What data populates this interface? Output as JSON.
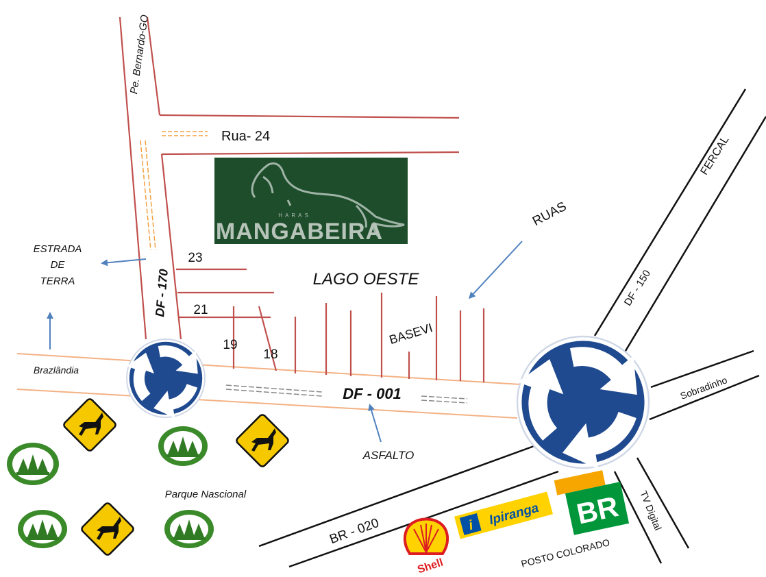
{
  "roads": {
    "pe_bernardo": "Pe. Bernardo-GO",
    "rua_24": "Rua- 24",
    "df_170": "DF - 170",
    "df_001": "DF - 001",
    "df_150": "DF - 150",
    "fercal": "FERCAL",
    "br_020": "BR - 020",
    "tv_digital": "TV Digital",
    "sobradinho": "Sobradinho",
    "brazlandia": "Brazlândia"
  },
  "street_numbers": {
    "n23": "23",
    "n21": "21",
    "n19": "19",
    "n18": "18"
  },
  "labels": {
    "estrada_line1": "ESTRADA",
    "estrada_line2": "DE",
    "estrada_line3": "TERRA",
    "lago_oeste": "LAGO OESTE",
    "basevi": "BASEVI",
    "ruas": "RUAS",
    "asfalto": "ASFALTO",
    "parque": "Parque Nascional",
    "posto": "POSTO COLORADO"
  },
  "logos": {
    "mangabeira_small": "HARAS",
    "mangabeira": "MANGABEIRA",
    "shell": "Shell",
    "ipiranga": "Ipiranga",
    "br": "BR"
  },
  "icons": [
    "roundabout-icon",
    "deer-crossing-sign-icon",
    "forest-badge-icon",
    "horse-logo-icon"
  ],
  "colors": {
    "street": "#c0504d",
    "dirt_road": "#f0a040",
    "asphalt_edge": "#f4b183",
    "highway": "#111111",
    "arrow": "#4f81bd",
    "roundabout": "#1f4a8f",
    "deer_sign": "#f5c800",
    "forest": "#3a8a2a",
    "mangabeira_bg": "#1e4d2b",
    "ipiranga": "#ffd200",
    "br_green": "#009639"
  }
}
